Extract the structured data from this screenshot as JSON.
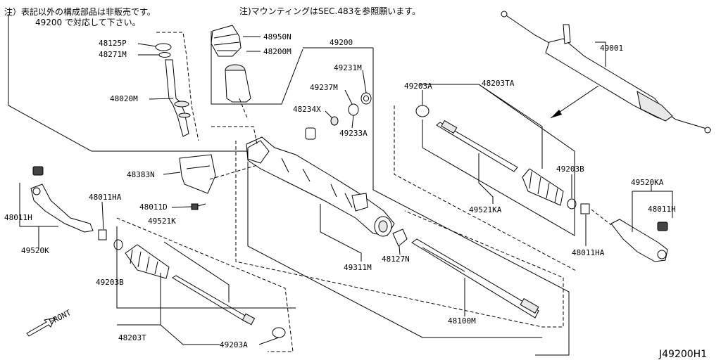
{
  "notes": {
    "left_line1": "注）表記以外の構成部品は非販売です。",
    "left_line2": "49200 で対応して下さい。",
    "top": "注)マウンティングはSEC.483を参照願います。"
  },
  "diagram_id": "J49200H1",
  "front_label": "FRONT",
  "parts": {
    "p49200": "49200",
    "p49001": "49001",
    "p48950N": "48950N",
    "p48200M": "48200M",
    "p48125P": "48125P",
    "p48271M": "48271M",
    "p48020M": "48020M",
    "p49231M": "49231M",
    "p49237M": "49237M",
    "p48234X": "48234X",
    "p49233A": "49233A",
    "p49203A_top": "49203A",
    "p48203TA": "48203TA",
    "p49203B_right": "49203B",
    "p49521KA": "49521KA",
    "p48383N": "48383N",
    "p48011D": "48011D",
    "p48011HA_left": "48011HA",
    "p48011H_left": "48011H",
    "p49520K": "49520K",
    "p49521K": "49521K",
    "p49203B_left": "49203B",
    "p48203T": "48203T",
    "p49203A_bottom": "49203A",
    "p49311M": "49311M",
    "p48127N": "48127N",
    "p48100M": "48100M",
    "p49520KA": "49520KA",
    "p48011H_right": "48011H",
    "p48011HA_right": "48011HA"
  }
}
